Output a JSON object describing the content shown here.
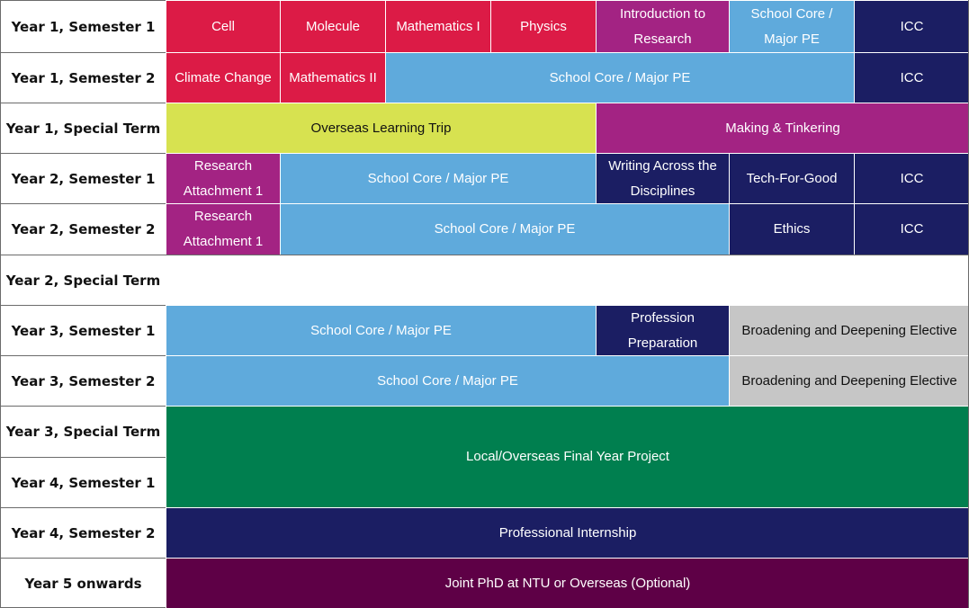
{
  "rows": [
    "Year 1, Semester 1",
    "Year 1, Semester 2",
    "Year 1, Special Term",
    "Year 2, Semester 1",
    "Year 2, Semester 2",
    "Year 2, Special Term",
    "Year 3, Semester 1",
    "Year 3, Semester 2",
    "Year 3, Special Term",
    "Year 4, Semester 1",
    "Year 4, Semester 2",
    "Year 5 onwards"
  ],
  "modules": {
    "cell": "Cell",
    "molecule": "Molecule",
    "mathematics_1": "Mathematics I",
    "physics": "Physics",
    "intro_research": "Introduction to Research",
    "school_core_y1s1": "School Core / Major PE",
    "icc_y1s1": "ICC",
    "climate_change": "Climate Change",
    "mathematics_2": "Mathematics II",
    "school_core_y1s2": "School Core / Major PE",
    "icc_y1s2": "ICC",
    "overseas_trip": "Overseas Learning Trip",
    "making_tinkering": "Making & Tinkering",
    "research_attachment_y2s1": "Research Attachment 1",
    "school_core_y2s1": "School Core / Major PE",
    "writing_disciplines": "Writing Across the Disciplines",
    "tech_for_good": "Tech-For-Good",
    "icc_y2s1": "ICC",
    "research_attachment_y2s2": "Research Attachment 1",
    "school_core_y2s2": "School Core / Major PE",
    "ethics": "Ethics",
    "icc_y2s2": "ICC",
    "school_core_y3s1": "School Core / Major PE",
    "profession_prep": "Profession Preparation",
    "bde_y3s1": "Broadening and Deepening Elective",
    "school_core_y3s2": "School Core / Major PE",
    "bde_y3s2": "Broadening and Deepening Elective",
    "final_year_project": "Local/Overseas Final Year Project",
    "internship": "Professional Internship",
    "joint_phd": "Joint PhD at NTU or Overseas (Optional)"
  },
  "colors": {
    "red": "#dc1b46",
    "magenta": "#a32383",
    "light_blue": "#5faadc",
    "navy": "#1b1e63",
    "lime": "#d7e250",
    "grey": "#c6c6c6",
    "green": "#007f4f",
    "plum": "#5e0046"
  }
}
